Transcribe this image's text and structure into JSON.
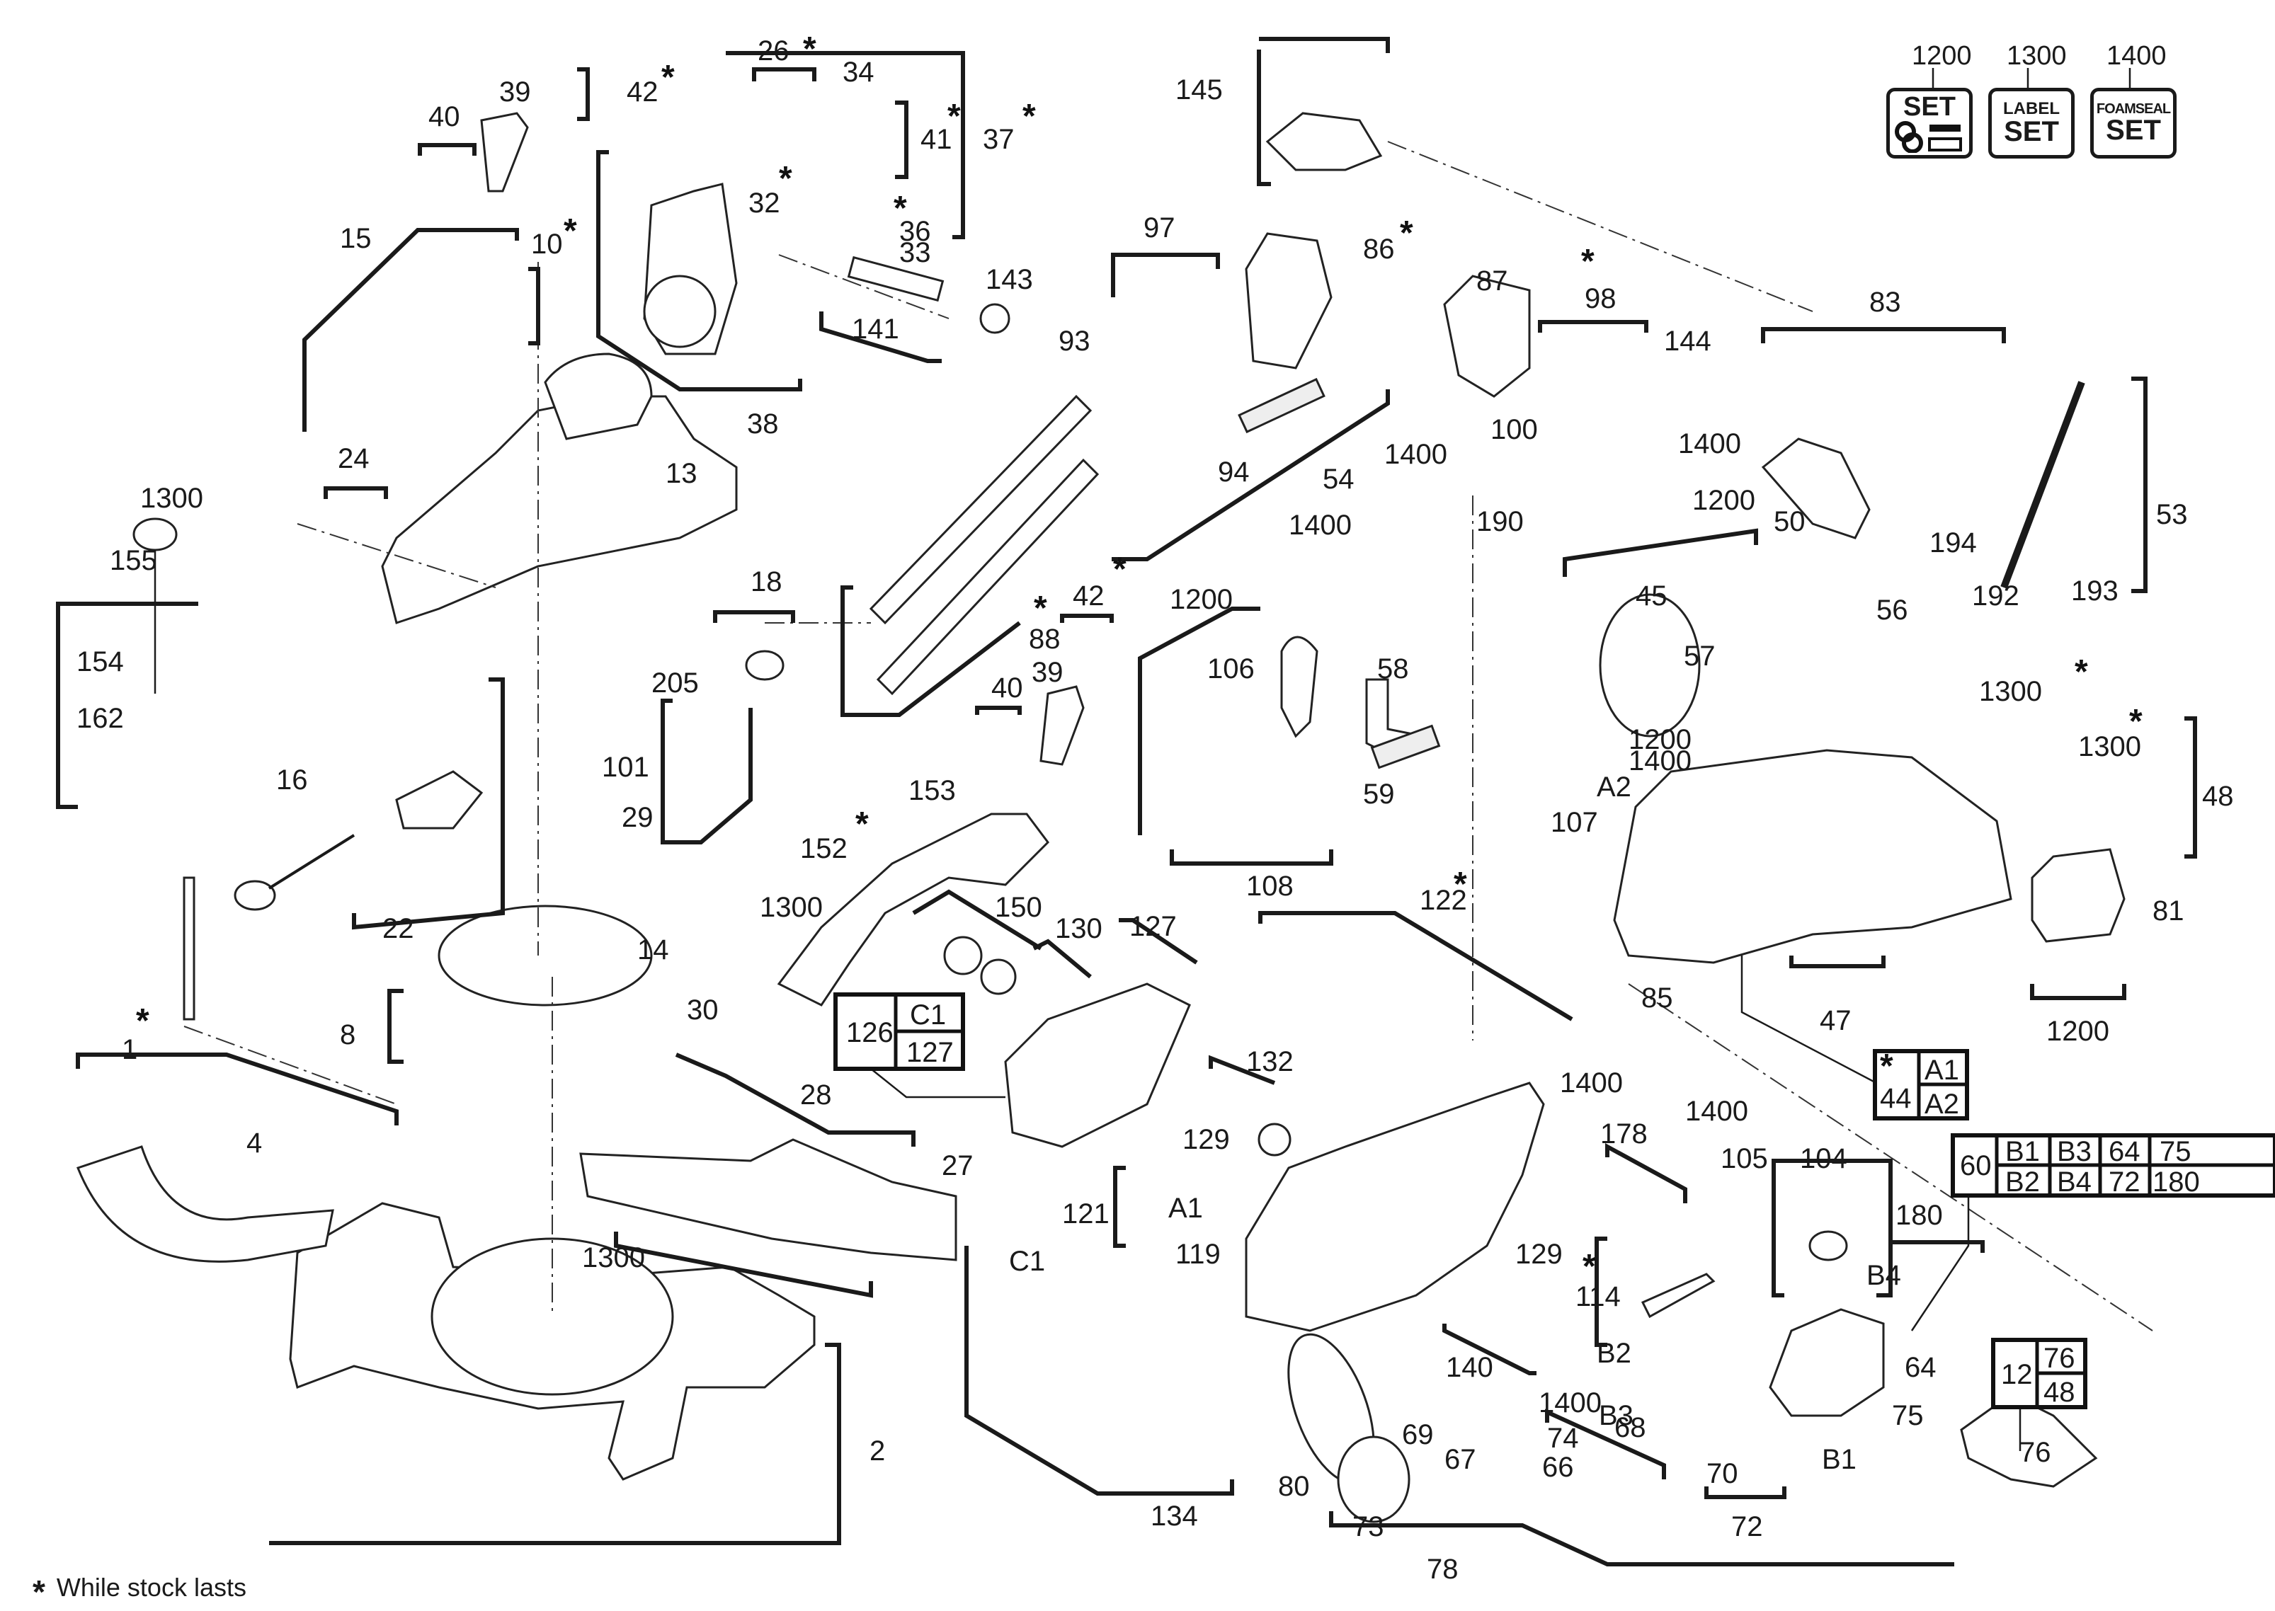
{
  "legend": {
    "sets": [
      {
        "number": "1200",
        "line1": "SET",
        "line2": "",
        "icon": "screws-washers-set-icon"
      },
      {
        "number": "1300",
        "line1": "LABEL",
        "line2": "SET",
        "icon": "label-set-icon"
      },
      {
        "number": "1400",
        "line1": "FOAMSEAL",
        "line2": "SET",
        "icon": "foamseal-set-icon"
      }
    ]
  },
  "footnote": {
    "symbol": "*",
    "text": "While stock lasts"
  },
  "star": "*",
  "callouts": {
    "c1": "1",
    "c2": "2",
    "c4": "4",
    "c8": "8",
    "c10": "10",
    "c12": "12",
    "c13": "13",
    "c14": "14",
    "c15": "15",
    "c16": "16",
    "c18": "18",
    "c22": "22",
    "c24": "24",
    "c26": "26",
    "c27": "27",
    "c28": "28",
    "c29": "29",
    "c30": "30",
    "c32": "32",
    "c33": "33",
    "c34": "34",
    "c36": "36",
    "c37": "37",
    "c38": "38",
    "c39a": "39",
    "c39b": "39",
    "c40a": "40",
    "c40b": "40",
    "c41": "41",
    "c42a": "42",
    "c42b": "42",
    "c44": "44",
    "c45": "45",
    "c47": "47",
    "c48": "48",
    "c50": "50",
    "c53": "53",
    "c54": "54",
    "c56": "56",
    "c57": "57",
    "c58": "58",
    "c59": "59",
    "c60": "60",
    "c64": "64",
    "c66": "66",
    "c67": "67",
    "c68": "68",
    "c69": "69",
    "c70": "70",
    "c72": "72",
    "c73": "73",
    "c74": "74",
    "c75": "75",
    "c76": "76",
    "c78": "78",
    "c80": "80",
    "c81": "81",
    "c83": "83",
    "c85": "85",
    "c86": "86",
    "c87": "87",
    "c88": "88",
    "c93": "93",
    "c94": "94",
    "c97": "97",
    "c98": "98",
    "c100": "100",
    "c101": "101",
    "c104": "104",
    "c105": "105",
    "c106": "106",
    "c107": "107",
    "c108": "108",
    "c114": "114",
    "c119": "119",
    "c121": "121",
    "c122": "122",
    "c127": "127",
    "c129a": "129",
    "c129b": "129",
    "c130": "130",
    "c132": "132",
    "c134": "134",
    "c140": "140",
    "c141": "141",
    "c143": "143",
    "c144": "144",
    "c145": "145",
    "c150": "150",
    "c152": "152",
    "c153": "153",
    "c154": "154",
    "c155": "155",
    "c162": "162",
    "c178": "178",
    "c180": "180",
    "c190": "190",
    "c192": "192",
    "c193": "193",
    "c194": "194",
    "c205": "205",
    "cA1": "A1",
    "cA2": "A2",
    "cB1": "B1",
    "cB2": "B2",
    "cB3": "B3",
    "cB4": "B4",
    "cC1": "C1",
    "s1200a": "1200",
    "s1200b": "1200",
    "s1200c": "1200",
    "s1200d": "1200",
    "s1300a": "1300",
    "s1300b": "1300",
    "s1300c": "1300",
    "s1300d": "1300",
    "s1300e": "1300",
    "s1400a": "1400",
    "s1400b": "1400",
    "s1400c": "1400",
    "s1400d": "1400",
    "s1400e": "1400",
    "s1400f": "1400"
  },
  "kits": {
    "kit126": {
      "id": "126",
      "items": [
        "C1",
        "127"
      ]
    },
    "kit44": {
      "id": "44",
      "star": "*",
      "items": [
        "A1",
        "A2"
      ]
    },
    "kit12": {
      "id": "12",
      "items": [
        "76",
        "48"
      ]
    },
    "kit60": {
      "id": "60",
      "row1": [
        "B1",
        "B3",
        "64",
        "75"
      ],
      "row2": [
        "B2",
        "B4",
        "72",
        "180"
      ]
    }
  }
}
